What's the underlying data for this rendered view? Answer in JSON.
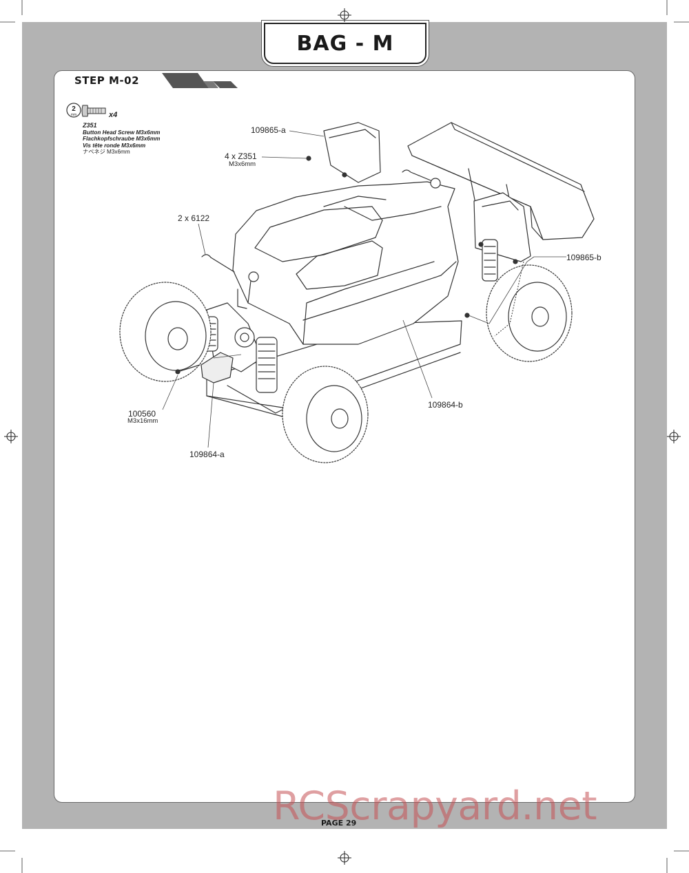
{
  "header": {
    "bag_title": "BAG - M"
  },
  "step": {
    "title": "STEP M-02"
  },
  "tool": {
    "size_top": "2",
    "size_unit": "mm"
  },
  "part": {
    "quantity": "x4",
    "code": "Z351",
    "name_en": "Button Head Screw M3x6mm",
    "name_de": "Flachkopfschraube M3x6mm",
    "name_fr": "Vis tête ronde M3x6mm",
    "name_jp": "ナベネジ M3x6mm"
  },
  "callouts": {
    "top_wing_guard": "109865-a",
    "screws_top": "4 x Z351",
    "screws_top_size": "M3x6mm",
    "body_clips": "2 x 6122",
    "rear_guard": "109865-b",
    "front_screw": "100560",
    "front_screw_size": "M3x16mm",
    "side_guard_front": "109864-a",
    "side_guard_rear": "109864-b"
  },
  "footer": {
    "page": "PAGE 29"
  },
  "watermark": {
    "text": "RCScrapyard.net"
  },
  "colors": {
    "panel": "#b3b3b3",
    "watermark": "#c45054"
  }
}
